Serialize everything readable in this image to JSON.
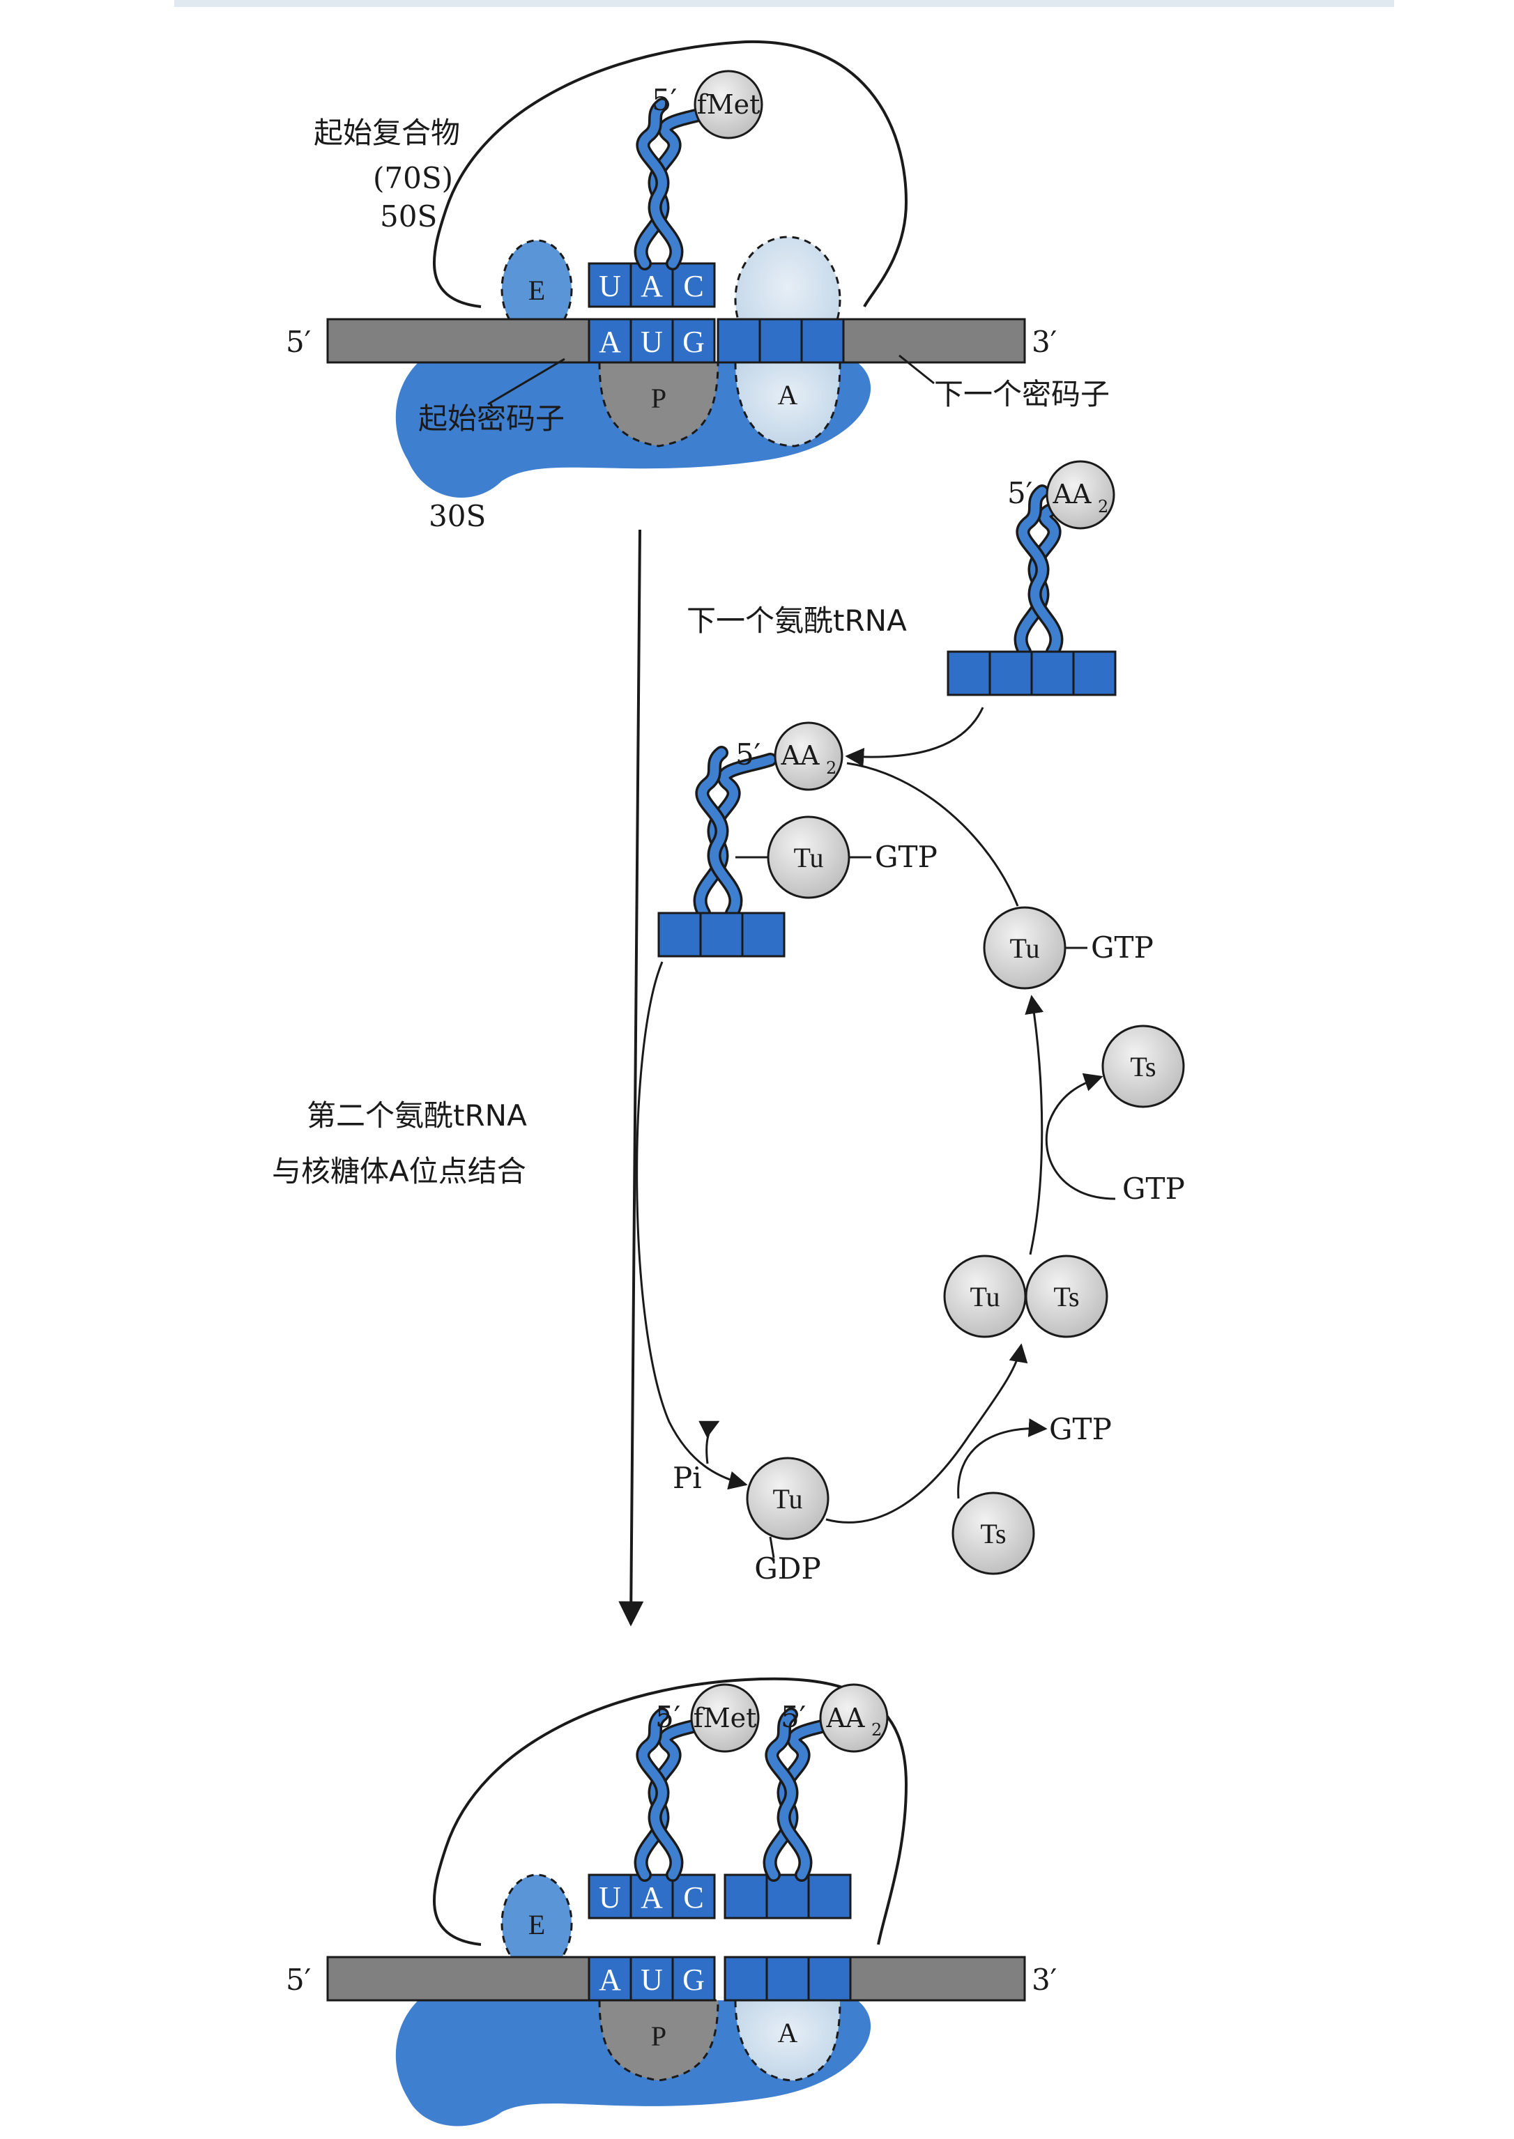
{
  "colors": {
    "ribosome_blue": "#3f7fd0",
    "site_blue": "#4d8fd8",
    "light_site": "#cfe0ef",
    "mrna_gray": "#808080",
    "codon_blue": "#2f6fc8",
    "factor_gray": "#d0d0d0",
    "line": "#1a1a1a"
  },
  "top": {
    "complex_label": "起始复合物",
    "s70_label": "(70S)",
    "s50_label": "50S",
    "s30_label": "30S",
    "amino_acid": "fMet",
    "prime5_aa": "5′",
    "anticodon": [
      "U",
      "A",
      "C"
    ],
    "codon": [
      "A",
      "U",
      "G"
    ],
    "site_e": "E",
    "site_p": "P",
    "site_a": "A",
    "mrna_5": "5′",
    "mrna_3": "3′",
    "start_codon_label": "起始密码子",
    "next_codon_label": "下一个密码子"
  },
  "cycle": {
    "next_trna_label": "下一个氨酰tRNA",
    "aa2": "AA",
    "aa2_sub": "2",
    "prime5": "5′",
    "tu": "Tu",
    "ts": "Ts",
    "gtp": "GTP",
    "gdp": "GDP",
    "pi": "Pi"
  },
  "side_label": {
    "line1": "第二个氨酰tRNA",
    "line2": "与核糖体A位点结合"
  },
  "bottom": {
    "amino_acid_1": "fMet",
    "amino_acid_2": "AA",
    "amino_acid_2_sub": "2",
    "prime5_a": "5′",
    "prime5_b": "5′",
    "anticodon": [
      "U",
      "A",
      "C"
    ],
    "codon": [
      "A",
      "U",
      "G"
    ],
    "site_e": "E",
    "site_p": "P",
    "site_a": "A",
    "mrna_5": "5′",
    "mrna_3": "3′"
  }
}
